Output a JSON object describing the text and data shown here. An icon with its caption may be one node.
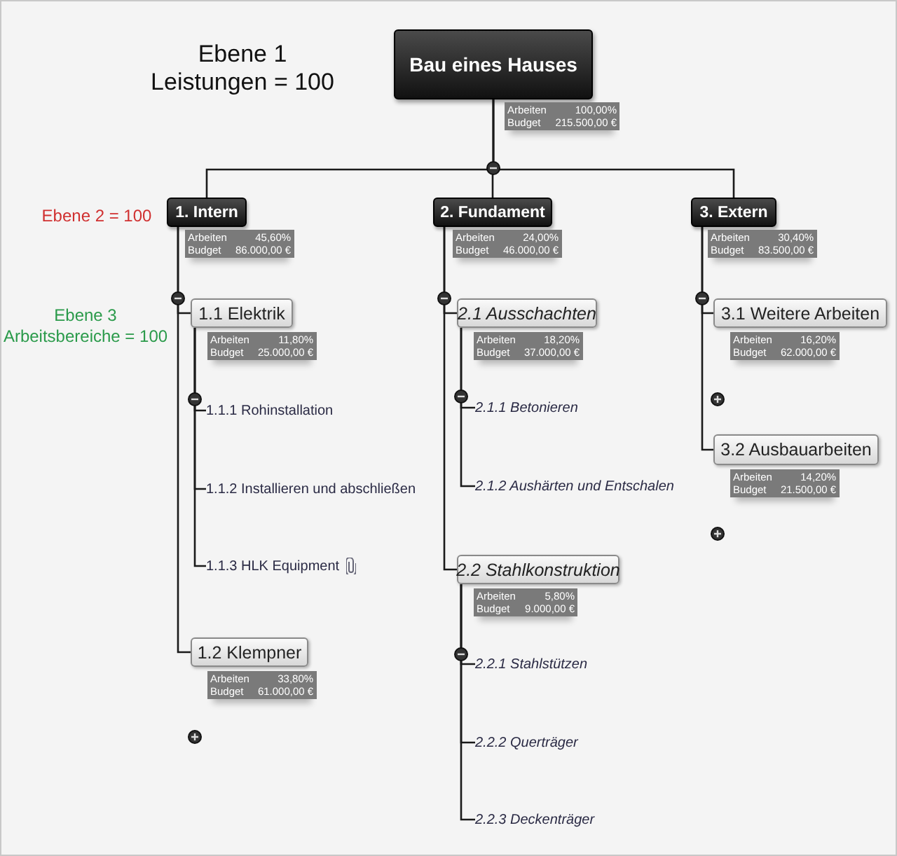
{
  "diagram": {
    "nodes": [
      {
        "text": [
          "Bau eines Hauses"
        ],
        "beside": [
          "Arbeiten",
          "100,00%",
          "Budget",
          "215.500,00 €"
        ]
      },
      {
        "text": [
          "1. Intern"
        ],
        "beside": [
          "Arbeiten",
          "45,60%",
          "Budget",
          "86.000,00 €"
        ]
      },
      {
        "text": [
          "2. Fundament"
        ],
        "beside": [
          "Arbeiten",
          "24,00%",
          "Budget",
          "46.000,00 €"
        ]
      },
      {
        "text": [
          "3. Extern"
        ],
        "beside": [
          "Arbeiten",
          "30,40%",
          "Budget",
          "83.500,00 €"
        ]
      },
      {
        "text": [
          "1.1 Elektrik"
        ],
        "beside": [
          "Arbeiten",
          "11,80%",
          "Budget",
          "25.000,00 €"
        ]
      },
      {
        "text": [
          "1.1.1 Rohinstallation"
        ]
      },
      {
        "text": [
          "1.1.2 Installieren und abschließen"
        ]
      },
      {
        "text": [
          "1.1.3 HLK Equipment"
        ]
      },
      {
        "text": [
          "1.2 Klempner"
        ],
        "beside": [
          "Arbeiten",
          "33,80%",
          "Budget",
          "61.000,00 €"
        ]
      },
      {
        "text": [
          "2.1 Ausschachten"
        ],
        "beside": [
          "Arbeiten",
          "18,20%",
          "Budget",
          "37.000,00 €"
        ]
      },
      {
        "text": [
          "2.1.1 Betonieren"
        ]
      },
      {
        "text": [
          "2.1.2 Aushärten und Entschalen"
        ]
      },
      {
        "text": [
          "2.2 Stahlkonstruktion"
        ],
        "beside": [
          "Arbeiten",
          "5,80%",
          "Budget",
          "9.000,00 €"
        ]
      },
      {
        "text": [
          "2.2.1 Stahlstützen"
        ]
      },
      {
        "text": [
          "2.2.2 Querträger"
        ]
      },
      {
        "text": [
          "2.2.3 Deckenträger"
        ]
      },
      {
        "text": [
          "3.1 Weitere Arbeiten"
        ],
        "beside": [
          "Arbeiten",
          "16,20%",
          "Budget",
          "62.000,00 €"
        ]
      },
      {
        "text": [
          "3.2 Ausbauarbeiten"
        ],
        "beside": [
          "Arbeiten",
          "14,20%",
          "Budget",
          "21.500,00 €"
        ]
      }
    ],
    "edges": [
      {
        "from": 0,
        "to": 1,
        "arrow": "none"
      },
      {
        "from": 0,
        "to": 2,
        "arrow": "none"
      },
      {
        "from": 0,
        "to": 3,
        "arrow": "none"
      },
      {
        "from": 1,
        "to": 4,
        "arrow": "none"
      },
      {
        "from": 4,
        "to": 5,
        "arrow": "none"
      },
      {
        "from": 4,
        "to": 6,
        "arrow": "none"
      },
      {
        "from": 4,
        "to": 7,
        "arrow": "none"
      },
      {
        "from": 1,
        "to": 8,
        "arrow": "none"
      },
      {
        "from": 2,
        "to": 9,
        "arrow": "none"
      },
      {
        "from": 9,
        "to": 10,
        "arrow": "none"
      },
      {
        "from": 9,
        "to": 11,
        "arrow": "none"
      },
      {
        "from": 2,
        "to": 12,
        "arrow": "none"
      },
      {
        "from": 12,
        "to": 13,
        "arrow": "none"
      },
      {
        "from": 12,
        "to": 14,
        "arrow": "none"
      },
      {
        "from": 12,
        "to": 15,
        "arrow": "none"
      },
      {
        "from": 3,
        "to": 16,
        "arrow": "none"
      },
      {
        "from": 3,
        "to": 17,
        "arrow": "none"
      }
    ],
    "labels": [
      "Ebene 1",
      "Leistungen = 100",
      "Ebene 2 = 100",
      "Ebene 3",
      "Arbeitsbereiche = 100"
    ]
  }
}
